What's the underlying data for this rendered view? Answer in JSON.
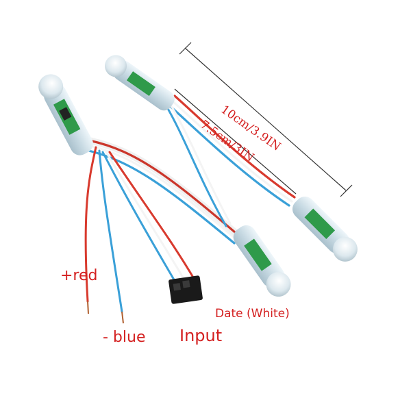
{
  "labels": {
    "positive_wire": "+red",
    "negative_wire": "- blue",
    "input": "Input",
    "data_wire": "Date (White)"
  },
  "dimensions": {
    "total_length": "10cm/3.9IN",
    "pixel_spacing": "7.5cm/3IN"
  },
  "colors": {
    "red_wire": "#d83a2e",
    "blue_wire": "#3aa0d8",
    "white_wire": "#f4f4f4",
    "label_red": "#d42020",
    "connector": "#1a1a1a"
  }
}
